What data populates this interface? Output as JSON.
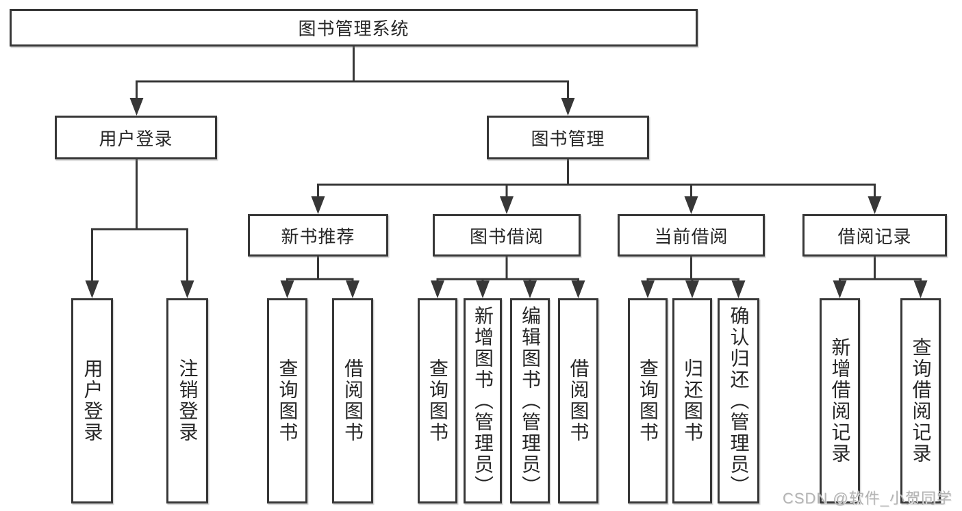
{
  "colors": {
    "line": "#373737",
    "text": "#262626",
    "background": "#ffffff",
    "watermark": "#b3b3b3"
  },
  "watermark": {
    "text": "CSDN @软件_小贺同学"
  },
  "diagram": {
    "type": "hierarchy-tree",
    "root": {
      "label": "图书管理系统"
    },
    "branches": [
      {
        "label": "用户登录",
        "children": [
          {
            "label": "用户登录"
          },
          {
            "label": "注销登录"
          }
        ]
      },
      {
        "label": "图书管理",
        "children": [
          {
            "label": "新书推荐",
            "children": [
              {
                "label": "查询图书"
              },
              {
                "label": "借阅图书"
              }
            ]
          },
          {
            "label": "图书借阅",
            "children": [
              {
                "label": "查询图书"
              },
              {
                "label": "新增图书（管理员）"
              },
              {
                "label": "编辑图书（管理员）"
              },
              {
                "label": "借阅图书"
              }
            ]
          },
          {
            "label": "当前借阅",
            "children": [
              {
                "label": "查询图书"
              },
              {
                "label": "归还图书"
              },
              {
                "label": "确认归还（管理员）"
              }
            ]
          },
          {
            "label": "借阅记录",
            "children": [
              {
                "label": "新增借阅记录"
              },
              {
                "label": "查询借阅记录"
              }
            ]
          }
        ]
      }
    ]
  }
}
